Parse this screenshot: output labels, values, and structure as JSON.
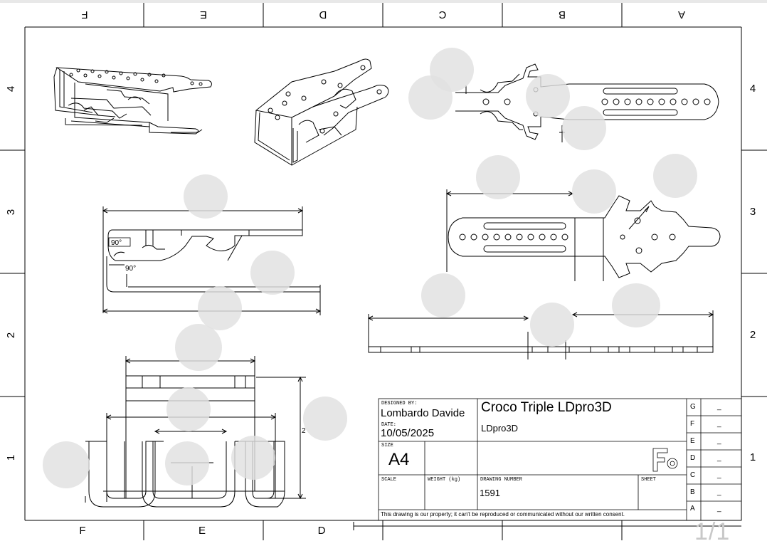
{
  "zones": {
    "top": [
      "F",
      "E",
      "D",
      "C",
      "B",
      "A"
    ],
    "bottom": [
      "F",
      "E",
      "D"
    ],
    "left": [
      "4",
      "3",
      "2",
      "1"
    ],
    "right": [
      "4",
      "3",
      "2",
      "1"
    ]
  },
  "dimensions": {
    "angle_top": "90°",
    "angle_bottom": "90°"
  },
  "title_block": {
    "designed_by_label": "DESIGNED BY:",
    "designed_by": "Lombardo Davide",
    "date_label": "DATE:",
    "date": "10/05/2025",
    "title": "Croco Triple LDpro3D",
    "subtitle": "LDpro3D",
    "size_label": "SIZE",
    "size": "A4",
    "scale_label": "SCALE",
    "weight_label": "WEIGHT (kg)",
    "drawing_number_label": "DRAWING NUMBER",
    "drawing_number": "1591",
    "sheet_label": "SHEET",
    "disclaimer": "This drawing is our property; it can't be reproduced or communicated without our written consent.",
    "revisions": [
      {
        "letter": "G",
        "value": "_"
      },
      {
        "letter": "F",
        "value": "_"
      },
      {
        "letter": "E",
        "value": "_"
      },
      {
        "letter": "D",
        "value": "_"
      },
      {
        "letter": "C",
        "value": "_"
      },
      {
        "letter": "B",
        "value": "_"
      },
      {
        "letter": "A",
        "value": "_"
      }
    ]
  },
  "viewer": {
    "page_indicator": "1/1"
  }
}
